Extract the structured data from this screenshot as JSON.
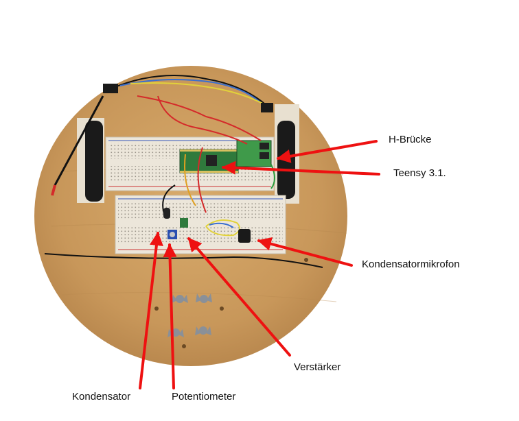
{
  "labels": {
    "h_bruecke": "H-Brücke",
    "teensy": "Teensy 3.1.",
    "kondensatormikrofon": "Kondensatormikrofon",
    "verstaerker": "Verstärker",
    "kondensator": "Kondensator",
    "potentiometer": "Potentiometer"
  },
  "colors": {
    "background": "#ffffff",
    "wood": "#c89a5a",
    "breadboard": "#ece6da",
    "arrow": "#ee1111",
    "teensy_board": "#2f7a3c",
    "h_bridge_board": "#3f9a4a"
  },
  "icons": [
    "wing-nut-icon",
    "microphone-icon",
    "potentiometer-icon",
    "capacitor-icon"
  ]
}
